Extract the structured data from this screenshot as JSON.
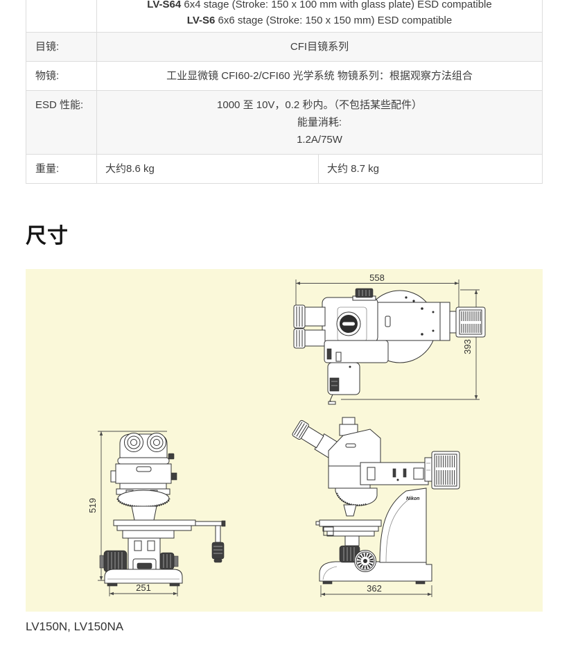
{
  "spec_table": {
    "stage_row": {
      "line1_model": "LV-S64",
      "line1_text": "6x4 stage (Stroke: 150 x 100 mm with glass plate) ESD compatible",
      "line2_model": "LV-S6",
      "line2_text": "6x6 stage (Stroke: 150 x 150 mm) ESD compatible"
    },
    "rows": [
      {
        "label": "目镜:",
        "value": "CFI目镜系列"
      },
      {
        "label": "物镜:",
        "value": "工业显微镜 CFI60-2/CFI60 光学系统 物镜系列：根据观察方法组合"
      },
      {
        "label": "ESD 性能:",
        "line1": "1000 至 10V，0.2 秒内。（不包括某些配件）",
        "line2": "能量消耗:",
        "line3": "1.2A/75W"
      },
      {
        "label": "重量:",
        "value_left": "大约8.6 kg",
        "value_right": "大约 8.7 kg"
      }
    ]
  },
  "dimensions_section": {
    "heading": "尺寸",
    "caption": "LV150N, LV150NA",
    "panel_bg": "#faf8d9",
    "logo": "Nikon",
    "labels": {
      "top_view_width": "558",
      "top_view_depth": "393",
      "front_view_height": "519",
      "front_view_width": "251",
      "side_view_depth": "362"
    }
  }
}
